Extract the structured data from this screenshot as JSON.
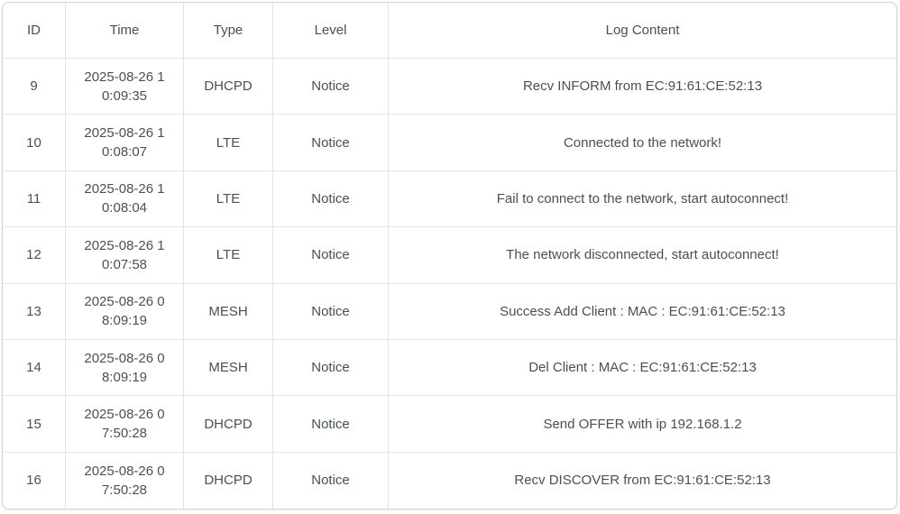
{
  "log_table": {
    "columns": [
      {
        "key": "id",
        "label": "ID"
      },
      {
        "key": "time",
        "label": "Time"
      },
      {
        "key": "type",
        "label": "Type"
      },
      {
        "key": "level",
        "label": "Level"
      },
      {
        "key": "content",
        "label": "Log Content"
      }
    ],
    "rows": [
      {
        "id": "9",
        "time": "2025-08-26 10:09:35",
        "type": "DHCPD",
        "level": "Notice",
        "content": "Recv INFORM from EC:91:61:CE:52:13"
      },
      {
        "id": "10",
        "time": "2025-08-26 10:08:07",
        "type": "LTE",
        "level": "Notice",
        "content": "Connected to the network!"
      },
      {
        "id": "11",
        "time": "2025-08-26 10:08:04",
        "type": "LTE",
        "level": "Notice",
        "content": "Fail to connect to the network, start autoconnect!"
      },
      {
        "id": "12",
        "time": "2025-08-26 10:07:58",
        "type": "LTE",
        "level": "Notice",
        "content": "The network disconnected, start autoconnect!"
      },
      {
        "id": "13",
        "time": "2025-08-26 08:09:19",
        "type": "MESH",
        "level": "Notice",
        "content": "Success Add Client : MAC : EC:91:61:CE:52:13"
      },
      {
        "id": "14",
        "time": "2025-08-26 08:09:19",
        "type": "MESH",
        "level": "Notice",
        "content": "Del Client : MAC : EC:91:61:CE:52:13"
      },
      {
        "id": "15",
        "time": "2025-08-26 07:50:28",
        "type": "DHCPD",
        "level": "Notice",
        "content": "Send OFFER with ip 192.168.1.2"
      },
      {
        "id": "16",
        "time": "2025-08-26 07:50:28",
        "type": "DHCPD",
        "level": "Notice",
        "content": "Recv DISCOVER from EC:91:61:CE:52:13"
      }
    ],
    "colors": {
      "text": "#47505a",
      "outer_border": "#cfd3d6",
      "inner_border": "#e1e3e5",
      "background": "#ffffff"
    }
  }
}
